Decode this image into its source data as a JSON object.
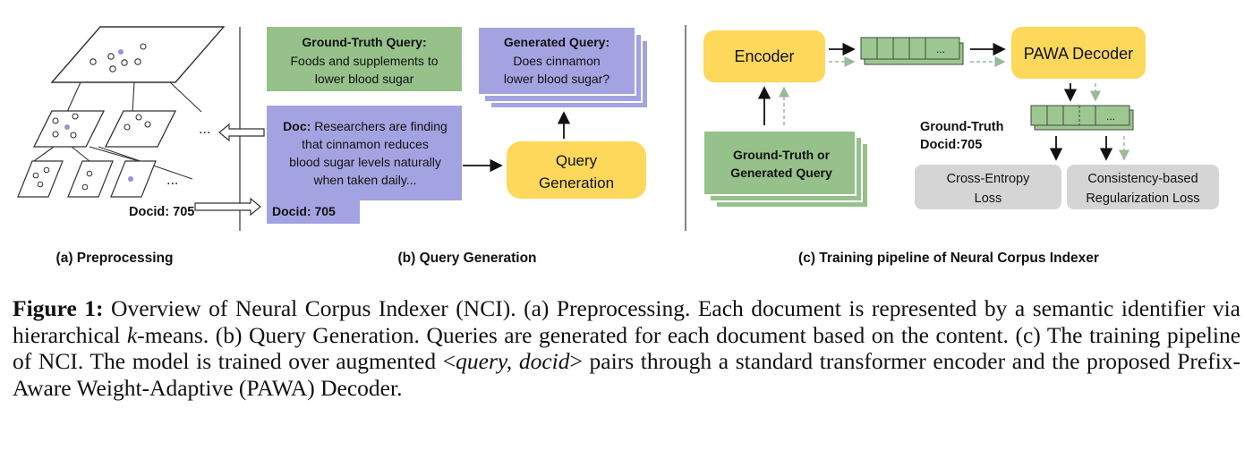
{
  "panel_a": {
    "docid_label": "Docid: 705",
    "ellipsis_mid": "...",
    "ellipsis_low": "...",
    "subcaption": "(a) Preprocessing"
  },
  "panel_b": {
    "gt_query_title": "Ground-Truth Query:",
    "gt_query_line1": "Foods and supplements to",
    "gt_query_line2": "lower blood sugar",
    "gen_query_title": "Generated Query:",
    "gen_query_line1": "Does cinnamon",
    "gen_query_line2": "lower blood sugar?",
    "doc_prefix": "Doc:",
    "doc_line1": "Researchers are finding",
    "doc_line2": "that cinnamon reduces",
    "doc_line3": "blood sugar levels naturally",
    "doc_line4": "when taken daily...",
    "doc_docid": "Docid: 705",
    "qg_line1": "Query",
    "qg_line2": "Generation",
    "subcaption": "(b) Query Generation"
  },
  "panel_c": {
    "encoder": "Encoder",
    "decoder": "PAWA Decoder",
    "query_line1": "Ground-Truth or",
    "query_line2": "Generated Query",
    "gt_docid_line1": "Ground-Truth",
    "gt_docid_line2": "Docid:705",
    "ce_line1": "Cross-Entropy",
    "ce_line2": "Loss",
    "reg_line1": "Consistency-based",
    "reg_line2": "Regularization Loss",
    "seq_ellipsis": "...",
    "subcaption": "(c) Training pipeline of Neural Corpus Indexer"
  },
  "caption": {
    "label": "Figure 1:",
    "part1": " Overview of Neural Corpus Indexer (NCI). (a) Preprocessing.  Each document is represented by a semantic identifier via hierarchical ",
    "k": "k",
    "part2": "-means.  (b) Query Generation.  Queries are generated for each document based on the content.  (c) The training pipeline of NCI. The model is trained over augmented <",
    "query_italic": "query,",
    "docid_italic": "docid",
    "part3": "> pairs through a standard transformer encoder and the proposed Prefix-Aware Weight-Adaptive (PAWA) Decoder."
  },
  "colors": {
    "green_box": "#96c18a",
    "purple_box": "#a3a3e2",
    "yellow_box": "#fdd85a",
    "gray_box": "#d5d5d5",
    "green_cell": "#9cc790"
  }
}
